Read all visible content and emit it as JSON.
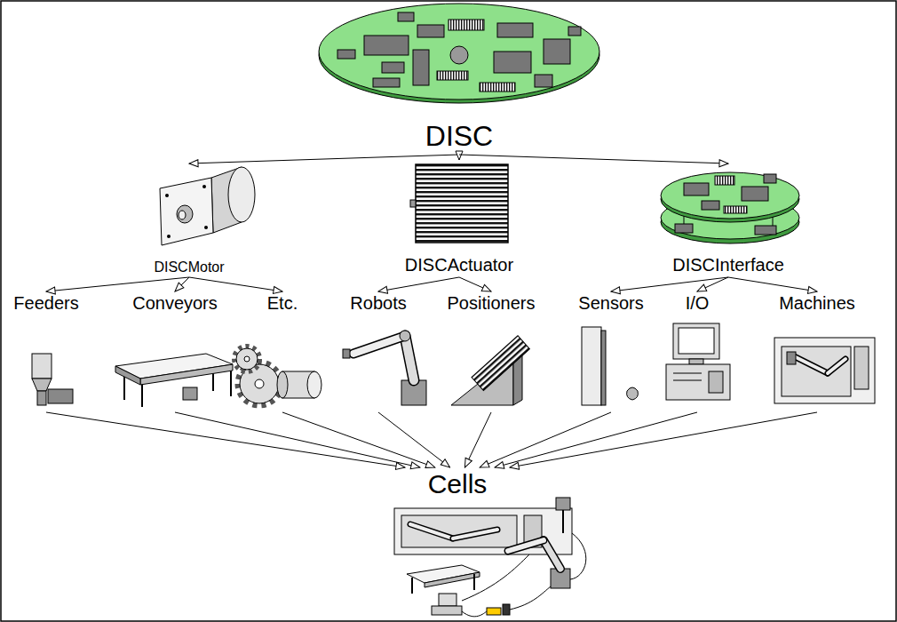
{
  "diagram": {
    "nodes": [
      {
        "text": [
          "DISC"
        ]
      },
      {
        "text": [
          "DISCMotor"
        ]
      },
      {
        "text": [
          "DISCActuator"
        ]
      },
      {
        "text": [
          "DISCInterface"
        ]
      },
      {
        "text": [
          "Feeders"
        ]
      },
      {
        "text": [
          "Conveyors"
        ]
      },
      {
        "text": [
          "Etc."
        ]
      },
      {
        "text": [
          "Robots"
        ]
      },
      {
        "text": [
          "Positioners"
        ]
      },
      {
        "text": [
          "Sensors"
        ]
      },
      {
        "text": [
          "I/O"
        ]
      },
      {
        "text": [
          "Machines"
        ]
      },
      {
        "text": [
          "Cells"
        ]
      }
    ],
    "edges": [
      {
        "from": 0,
        "to": 1,
        "arrow": "to"
      },
      {
        "from": 0,
        "to": 2,
        "arrow": "to"
      },
      {
        "from": 0,
        "to": 3,
        "arrow": "to"
      },
      {
        "from": 1,
        "to": 4,
        "arrow": "to"
      },
      {
        "from": 1,
        "to": 5,
        "arrow": "to"
      },
      {
        "from": 1,
        "to": 6,
        "arrow": "to"
      },
      {
        "from": 2,
        "to": 7,
        "arrow": "to"
      },
      {
        "from": 2,
        "to": 8,
        "arrow": "to"
      },
      {
        "from": 3,
        "to": 9,
        "arrow": "to"
      },
      {
        "from": 3,
        "to": 10,
        "arrow": "to"
      },
      {
        "from": 3,
        "to": 11,
        "arrow": "to"
      },
      {
        "from": 4,
        "to": 12,
        "arrow": "to"
      },
      {
        "from": 5,
        "to": 12,
        "arrow": "to"
      },
      {
        "from": 6,
        "to": 12,
        "arrow": "to"
      },
      {
        "from": 7,
        "to": 12,
        "arrow": "to"
      },
      {
        "from": 8,
        "to": 12,
        "arrow": "to"
      },
      {
        "from": 9,
        "to": 12,
        "arrow": "to"
      },
      {
        "from": 10,
        "to": 12,
        "arrow": "to"
      },
      {
        "from": 11,
        "to": 12,
        "arrow": "to"
      }
    ]
  }
}
